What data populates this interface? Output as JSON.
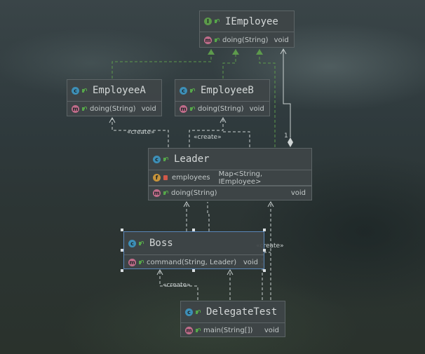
{
  "classes": {
    "iemployee": {
      "name": "IEmployee",
      "kind_icon": "interface-icon",
      "methods": [
        {
          "icon": "method-icon",
          "name": "doing(String)",
          "type": "void"
        }
      ]
    },
    "employee_a": {
      "name": "EmployeeA",
      "kind_icon": "class-icon",
      "methods": [
        {
          "icon": "method-icon",
          "name": "doing(String)",
          "type": "void"
        }
      ]
    },
    "employee_b": {
      "name": "EmployeeB",
      "kind_icon": "class-icon",
      "methods": [
        {
          "icon": "method-icon",
          "name": "doing(String)",
          "type": "void"
        }
      ]
    },
    "leader": {
      "name": "Leader",
      "kind_icon": "class-icon",
      "fields": [
        {
          "icon": "field-icon",
          "name": "employees",
          "type": "Map<String, IEmployee>"
        }
      ],
      "methods": [
        {
          "icon": "method-icon",
          "name": "doing(String)",
          "type": "void"
        }
      ]
    },
    "boss": {
      "name": "Boss",
      "kind_icon": "class-icon",
      "methods": [
        {
          "icon": "method-icon",
          "name": "command(String, Leader)",
          "type": "void"
        }
      ]
    },
    "delegate_test": {
      "name": "DelegateTest",
      "kind_icon": "class-icon",
      "methods": [
        {
          "icon": "method-icon",
          "name": "main(String[])",
          "type": "void"
        }
      ]
    }
  },
  "edges": {
    "create_label": "«create»",
    "multiplicity": "1"
  },
  "colors": {
    "realization": "#5d9a4c",
    "dependency": "#c9d0d0",
    "composition": "#c9d0d0",
    "selection": "#5a86b8"
  }
}
